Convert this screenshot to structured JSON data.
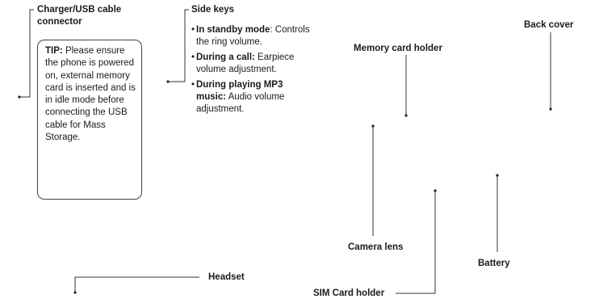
{
  "labels": {
    "charger": "Charger/USB cable connector",
    "side_keys": "Side keys",
    "memory_card": "Memory card holder",
    "back_cover": "Back cover",
    "camera_lens": "Camera lens",
    "battery": "Battery",
    "headset": "Headset",
    "sim_card": "SIM Card holder"
  },
  "tip": {
    "heading": "TIP:",
    "text": "Please ensure the phone is powered on, external memory card is inserted and is in idle mode before connecting the USB cable for Mass Storage."
  },
  "side_keys_items": [
    {
      "bullet": "•",
      "term": "In standby mode",
      "desc": ": Controls the ring volume."
    },
    {
      "bullet": "•",
      "term": "During a call:",
      "desc": " Earpiece volume adjustment."
    },
    {
      "bullet": "•",
      "term": "During playing MP3 music:",
      "desc": " Audio volume adjustment."
    }
  ]
}
